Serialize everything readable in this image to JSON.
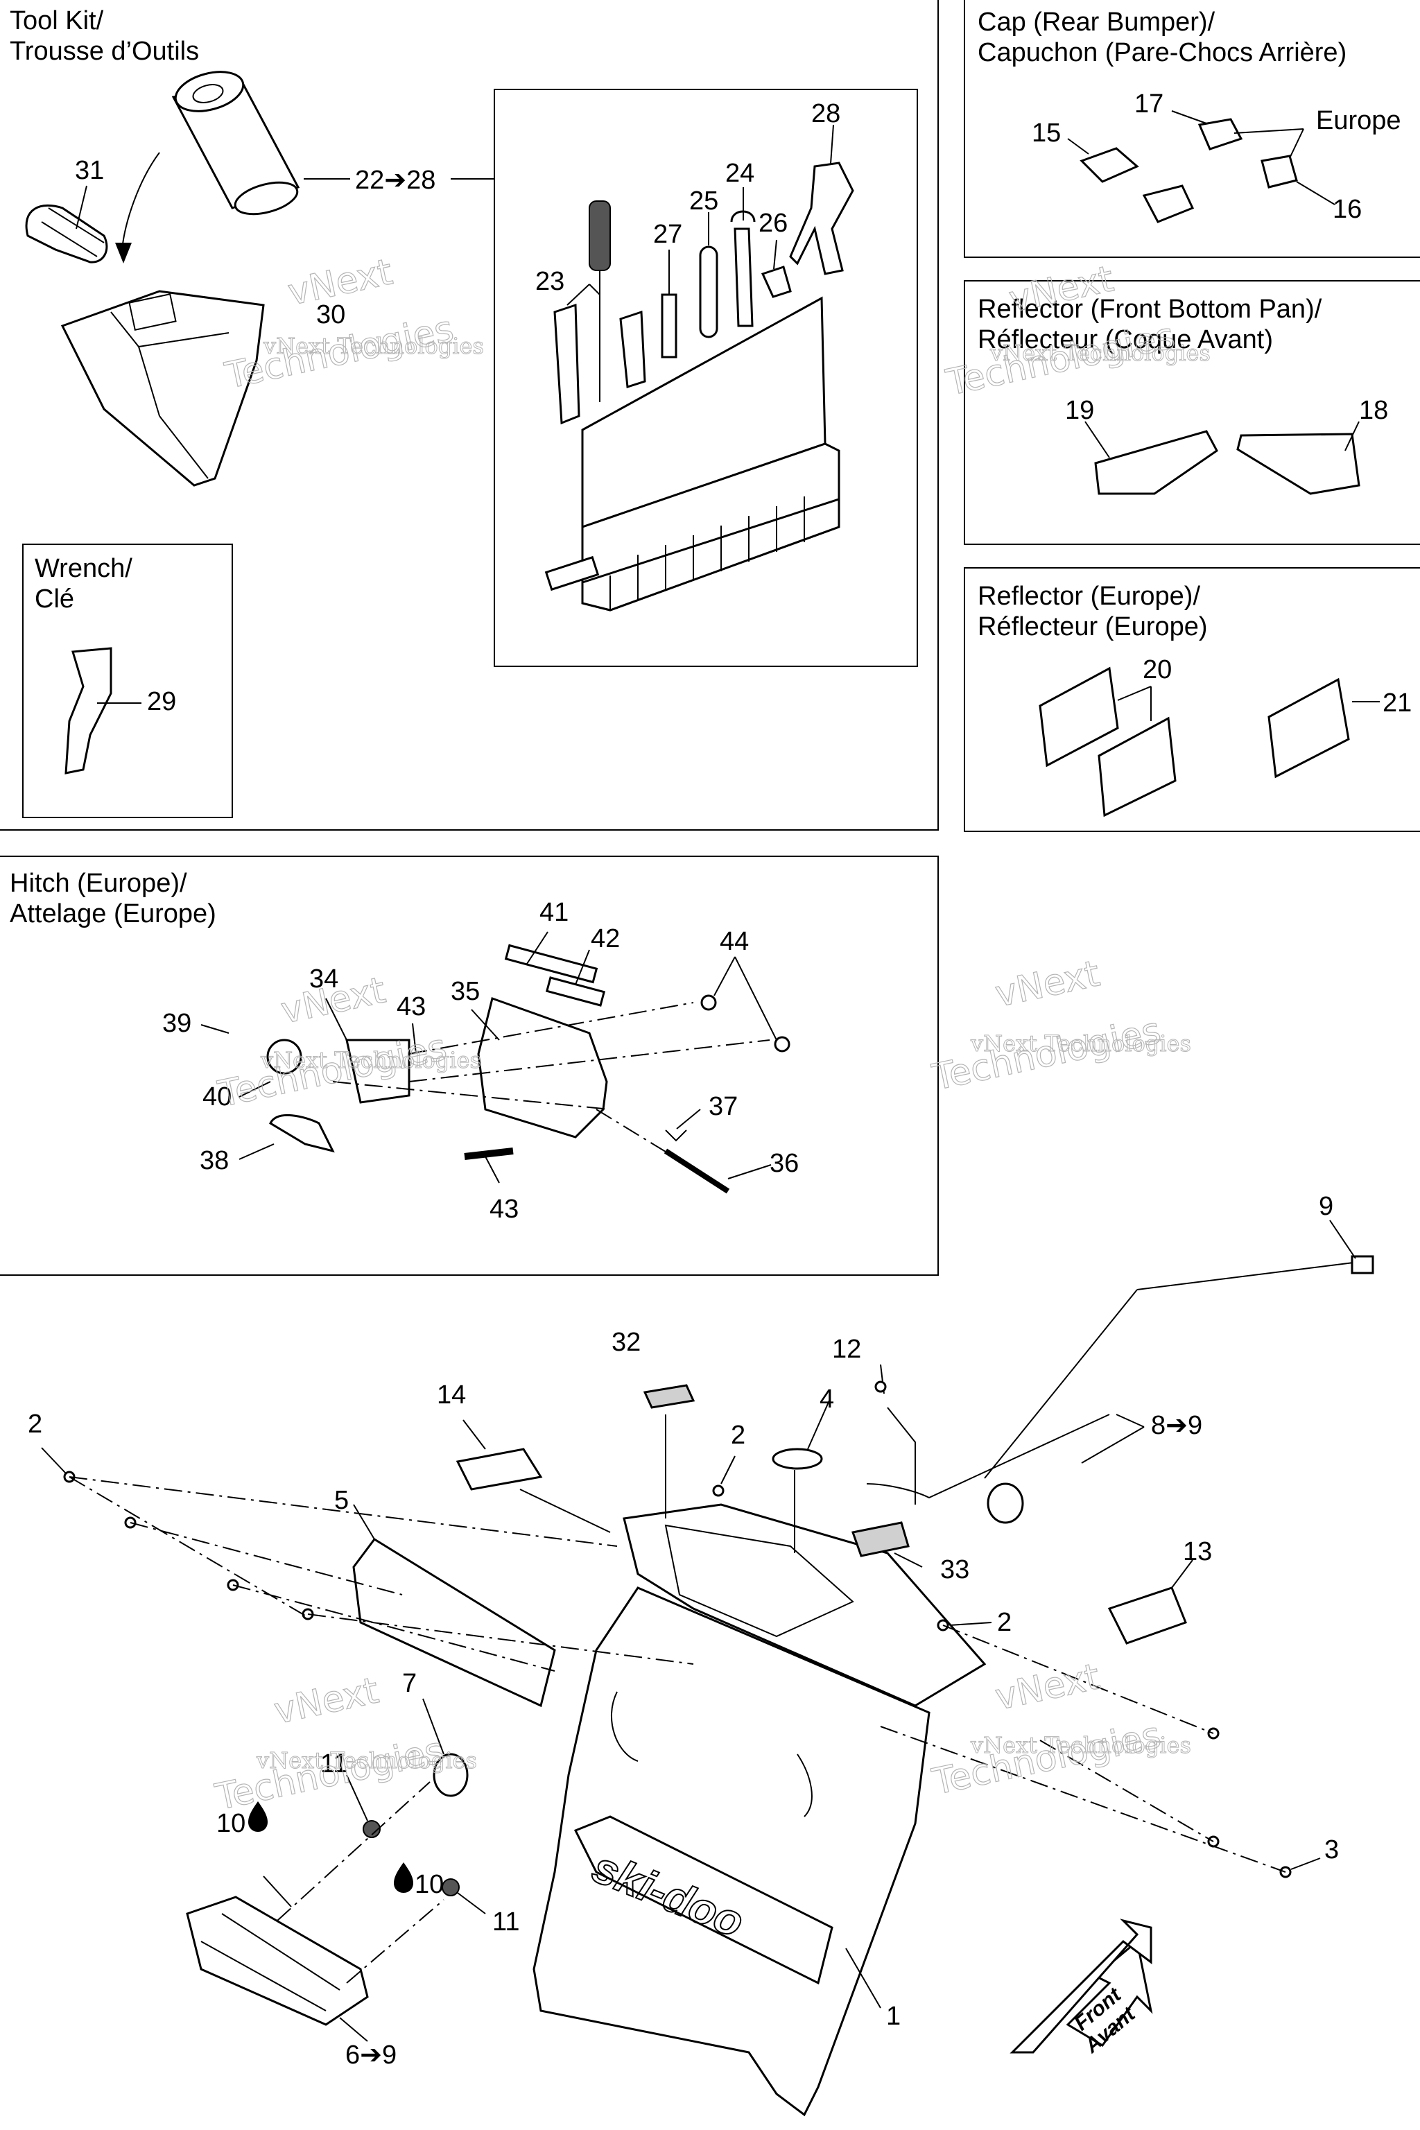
{
  "sections": {
    "tool_kit": {
      "title_line1": "Tool Kit/",
      "title_line2": "Trousse d’Outils"
    },
    "wrench": {
      "title_line1": "Wrench/",
      "title_line2": "Clé"
    },
    "cap": {
      "title_line1": "Cap (Rear Bumper)/",
      "title_line2": "Capuchon (Pare-Chocs Arrière)"
    },
    "reflector_front": {
      "title_line1": "Reflector (Front Bottom Pan)/",
      "title_line2": "Réflecteur (Coque Avant)"
    },
    "reflector_europe": {
      "title_line1": "Reflector (Europe)/",
      "title_line2": "Réflecteur (Europe)"
    },
    "hitch": {
      "title_line1": "Hitch (Europe)/",
      "title_line2": "Attelage (Europe)"
    }
  },
  "callouts": {
    "c31": "31",
    "c22_28": "22➔28",
    "c30": "30",
    "c28": "28",
    "c23": "23",
    "c27": "27",
    "c25": "25",
    "c24": "24",
    "c26": "26",
    "c29": "29",
    "c15": "15",
    "c17": "17",
    "c16": "16",
    "europe": "Europe",
    "c19": "19",
    "c18": "18",
    "c20": "20",
    "c21": "21",
    "c41": "41",
    "c42": "42",
    "c44": "44",
    "c34": "34",
    "c43a": "43",
    "c35": "35",
    "c39": "39",
    "c40": "40",
    "c37": "37",
    "c38": "38",
    "c36": "36",
    "c43b": "43",
    "c9": "9",
    "c32": "32",
    "c12": "12",
    "c14": "14",
    "c4": "4",
    "c2a": "2",
    "c2b": "2",
    "c2c": "2",
    "c8_9": "8➔9",
    "c5": "5",
    "c33": "33",
    "c13": "13",
    "c7": "7",
    "c11a": "11",
    "c10a": "10",
    "c10b": "10",
    "c11b": "11",
    "c3": "3",
    "c1": "1",
    "c6_9": "6➔9"
  },
  "front_label": {
    "line1": "Front",
    "line2": "Avant"
  },
  "brand_logo": "ski-doo",
  "watermark": {
    "line1": "vNext Technologies",
    "line2": "vNext",
    "line3": "Technologies"
  }
}
